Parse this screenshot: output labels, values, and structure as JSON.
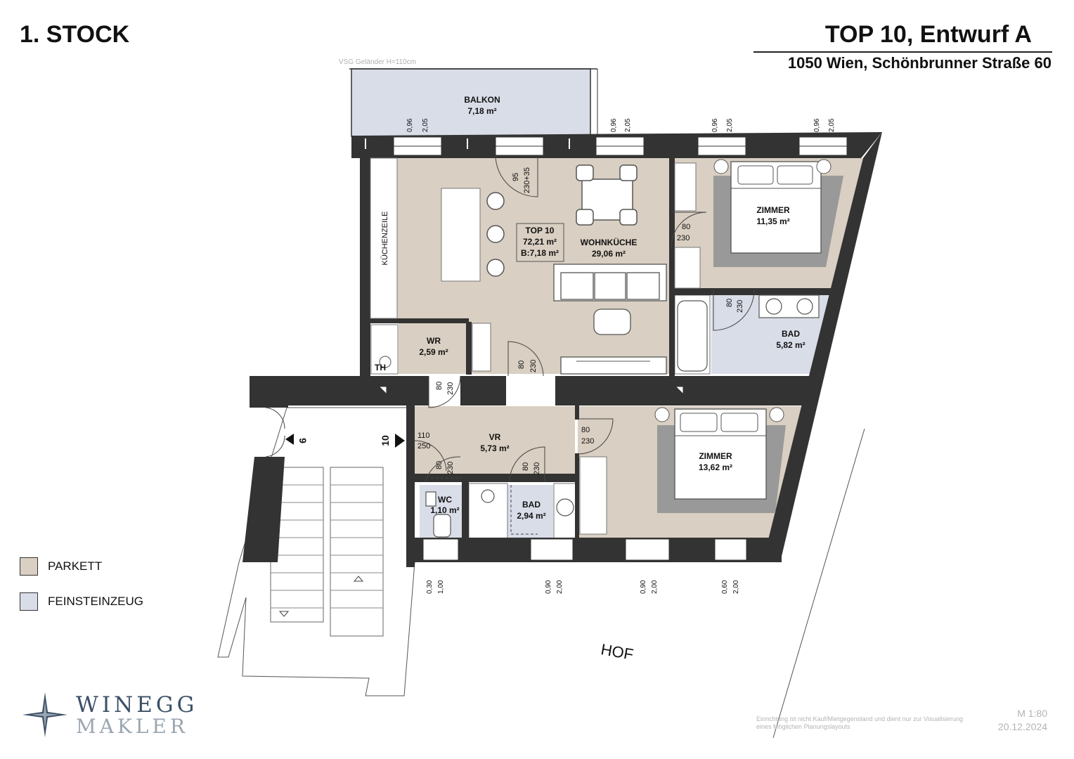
{
  "header": {
    "floor": "1. STOCK",
    "unit": "TOP 10, Entwurf A",
    "address": "1050 Wien, Schönbrunner Straße 60"
  },
  "colors": {
    "parkett": "#d9cfc2",
    "feinsteinzeug": "#d9dde8",
    "wall": "#333333",
    "rug": "#999999"
  },
  "legend": [
    {
      "label": "PARKETT",
      "color": "#d9cfc2"
    },
    {
      "label": "FEINSTEINZEUG",
      "color": "#d9dde8"
    }
  ],
  "rooms": {
    "balkon": {
      "name": "BALKON",
      "area": "7,18 m²"
    },
    "top10": {
      "name": "TOP 10",
      "area": "72,21 m²",
      "balkon_area": "B:7,18 m²"
    },
    "wohnkueche": {
      "name": "WOHNKÜCHE",
      "area": "29,06 m²"
    },
    "zimmer1": {
      "name": "ZIMMER",
      "area": "11,35 m²"
    },
    "bad1": {
      "name": "BAD",
      "area": "5,82 m²"
    },
    "wr": {
      "name": "WR",
      "area": "2,59 m²"
    },
    "vr": {
      "name": "VR",
      "area": "5,73 m²"
    },
    "zimmer2": {
      "name": "ZIMMER",
      "area": "13,62 m²"
    },
    "wc": {
      "name": "WC",
      "area": "1,10 m²"
    },
    "bad2": {
      "name": "BAD",
      "area": "2,94 m²"
    }
  },
  "labels": {
    "kuechenzeile": "KÜCHENZEILE",
    "th": "TH",
    "hof": "HOF",
    "railing": "VSG Geländer H=110cm",
    "entrance_9": "9",
    "entrance_10": "10"
  },
  "windows": [
    "0,96",
    "2,05"
  ],
  "lower_windows": [
    {
      "w": "0,30",
      "h": "1,00"
    },
    {
      "w": "0,90",
      "h": "2,00"
    },
    {
      "w": "0,90",
      "h": "2,00"
    },
    {
      "w": "0,60",
      "h": "2,00"
    }
  ],
  "doors": {
    "balkon_w": "95",
    "balkon_h": "230+35",
    "d80": "80",
    "d230": "230",
    "d110": "110",
    "d250": "250"
  },
  "logo": {
    "line1": "WINEGG",
    "line2": "MAKLER"
  },
  "footer": {
    "disclaimer": "Einrichtung ist nicht Kauf/Mietgegenstand und dient nur zur Visualisierung eines Möglichen Planungslayouts",
    "scale": "M 1:80",
    "date": "20.12.2024"
  }
}
